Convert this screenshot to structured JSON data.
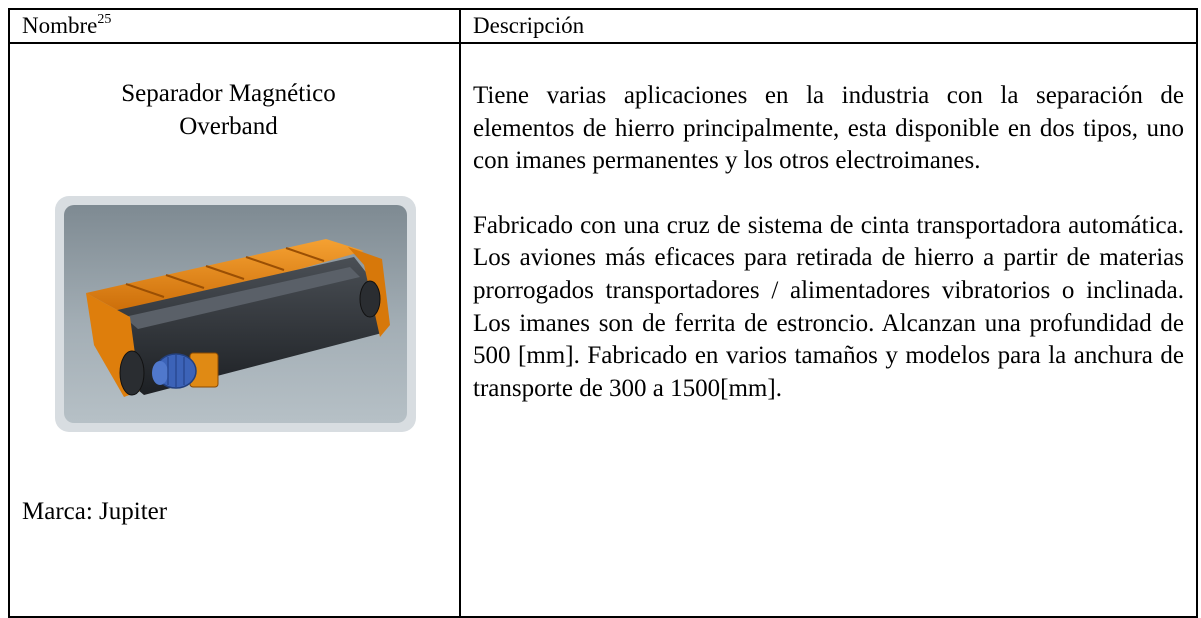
{
  "table": {
    "header": {
      "name_label": "Nombre",
      "name_footnote": "25",
      "description_label": "Descripción"
    },
    "row": {
      "product_name_line1": "Separador Magnético",
      "product_name_line2": "Overband",
      "brand": "Marca: Jupiter",
      "description_paragraphs": [
        "Tiene varias aplicaciones en la industria con la separación de elementos de hierro principalmente, esta disponible en dos tipos, uno con imanes permanentes y los otros electroimanes.",
        "Fabricado con una cruz de sistema de cinta transportadora automática. Los aviones más eficaces para retirada de hierro a partir de materias prorrogados transportadores / alimentadores vibratorios o inclinada. Los imanes son de ferrita de estroncio. Alcanzan una profundidad de 500 [mm]. Fabricado en varios tamaños y modelos para la anchura de transporte de 300 a 1500[mm]."
      ]
    }
  },
  "colors": {
    "machine_frame": "#e8870f",
    "belt": "#2c2f33",
    "motor": "#3c63b8",
    "photo_background": "#9aa6ad"
  }
}
